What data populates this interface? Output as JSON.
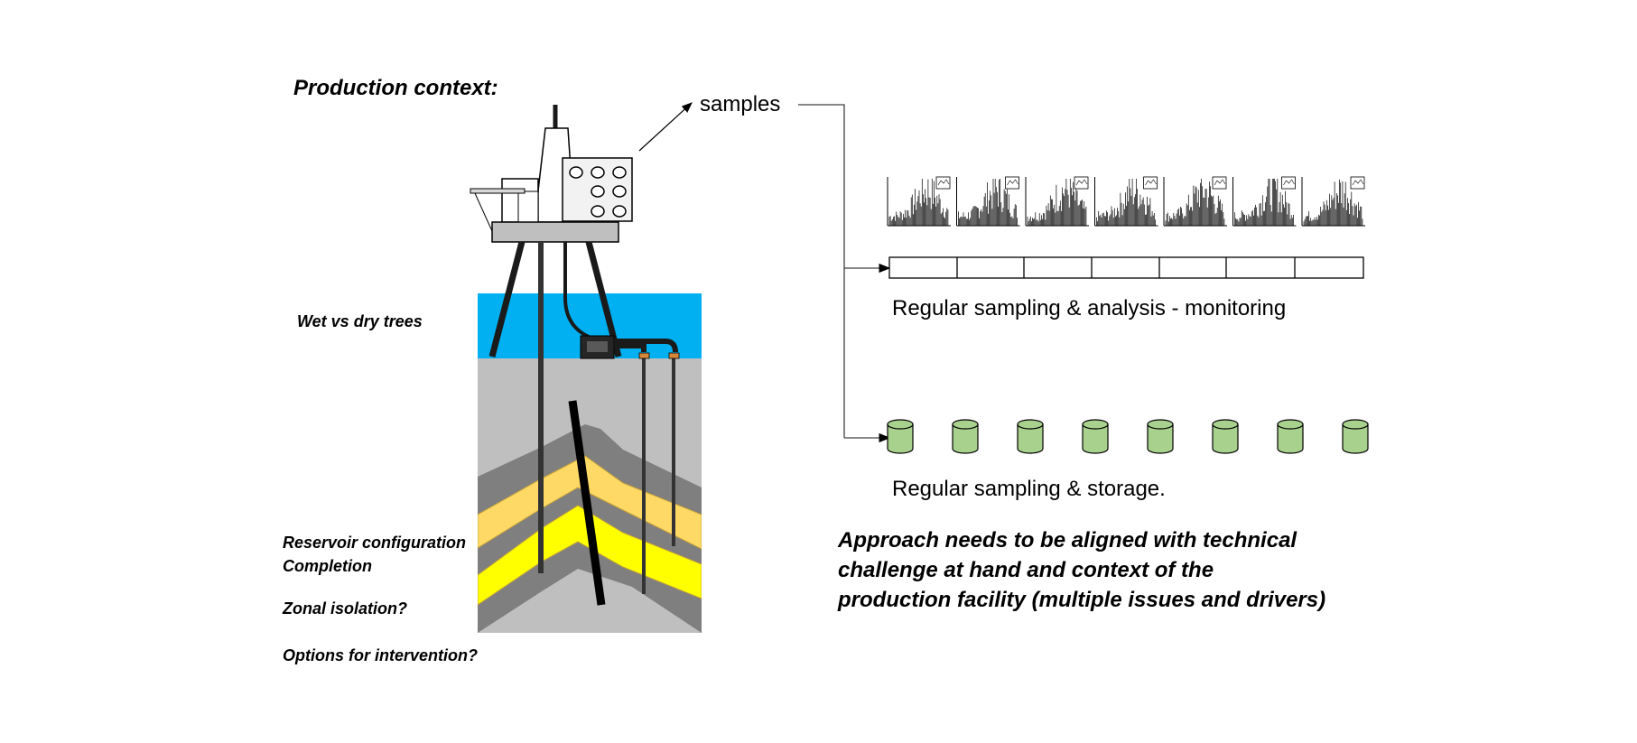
{
  "title": "Production context:",
  "labels": {
    "wet_dry": "Wet vs dry trees",
    "reservoir": "Reservoir configuration",
    "completion": "Completion",
    "zonal": "Zonal isolation?",
    "intervention": "Options for intervention?"
  },
  "samples_label": "samples",
  "monitoring_label": "Regular sampling & analysis - monitoring",
  "storage_label": "Regular sampling & storage.",
  "approach": {
    "line1": "Approach needs to be aligned with technical",
    "line2": "challenge at hand and context of the",
    "line3": "production facility (multiple issues and drivers)"
  },
  "colors": {
    "sea": "#00b0f0",
    "rock": "#bfbfbf",
    "strata_dark": "#7f7f7f",
    "sand_light": "#ffd966",
    "sand_bright": "#ffff00",
    "container": "#a9d18e"
  },
  "icons": [
    "platform-icon",
    "well-pipe-icon",
    "subsea-manifold-icon",
    "chromatogram-icon",
    "sample-container-icon"
  ]
}
